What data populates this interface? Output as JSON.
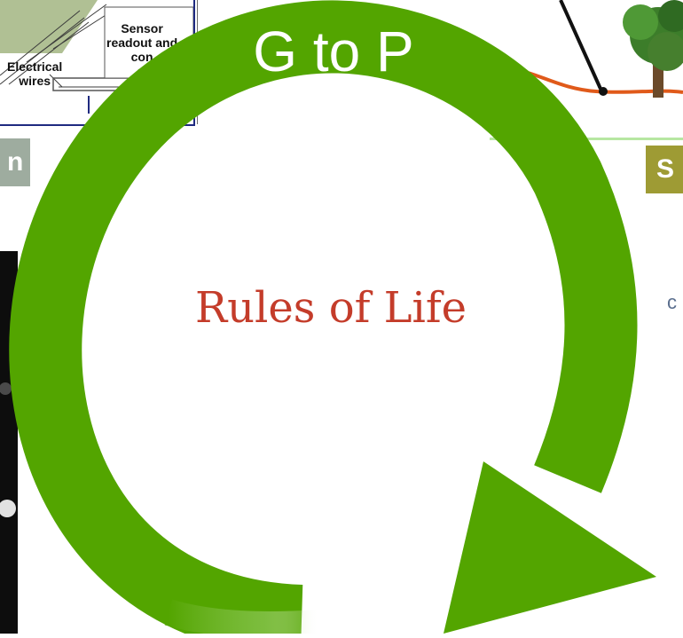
{
  "top_left_panel": {
    "label_wires": "Electrical\nwires",
    "label_readout": "Sensor\nreadout and\ncon\nel"
  },
  "tabs": {
    "left_fragment": "n",
    "right_fragment": "S"
  },
  "right_fragment_glyph": "c",
  "cycle": {
    "title": "G to P",
    "center_text": "Rules of Life",
    "arrow_color": "#53a500",
    "center_text_color": "#c43c2a"
  }
}
